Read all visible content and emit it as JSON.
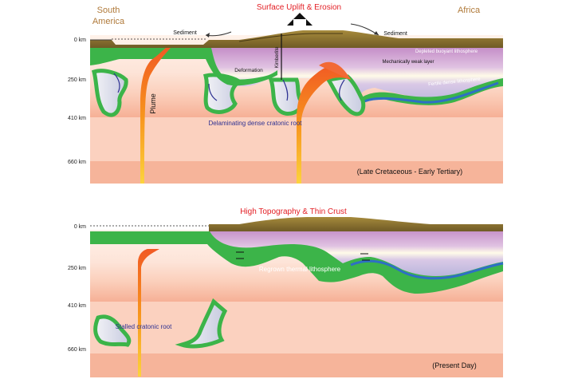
{
  "panel_top": {
    "title": "Surface Uplift & Erosion",
    "left_region": "South\nAmerica",
    "right_region": "Africa",
    "depth_labels": [
      "0 km",
      "250 km",
      "410 km",
      "660 km"
    ],
    "labels": {
      "sediment_left": "Sediment",
      "sediment_right": "Sediment",
      "depleted": "Depleted buoyant lithosphere",
      "weak_layer": "Mechanically weak layer",
      "fertile": "Fertile dense lithosphere",
      "deformation": "Deformation",
      "kimberlite": "Kimberlite",
      "plume": "Plume",
      "delaminating": "Delaminating dense cratonic root"
    },
    "era": "(Late Cretaceous - Early Tertiary)"
  },
  "panel_bottom": {
    "title": "High Topography & Thin Crust",
    "depth_labels": [
      "0 km",
      "250 km",
      "410 km",
      "660 km"
    ],
    "labels": {
      "regrown": "Regrown thermal lithosphere",
      "stalled": "Stalled cratonic root"
    },
    "era": "(Present Day)"
  },
  "colors": {
    "title_red": "#e31e24",
    "region_brown": "#b07a3a",
    "label_blue": "#2e3192",
    "crust": "#8a6d2e",
    "depleted": "#c79ac9",
    "green": "#3cb449",
    "mantle_top": "#fde7dc",
    "mantle_deep": "#f7b99e",
    "plume": "#f7941d"
  }
}
